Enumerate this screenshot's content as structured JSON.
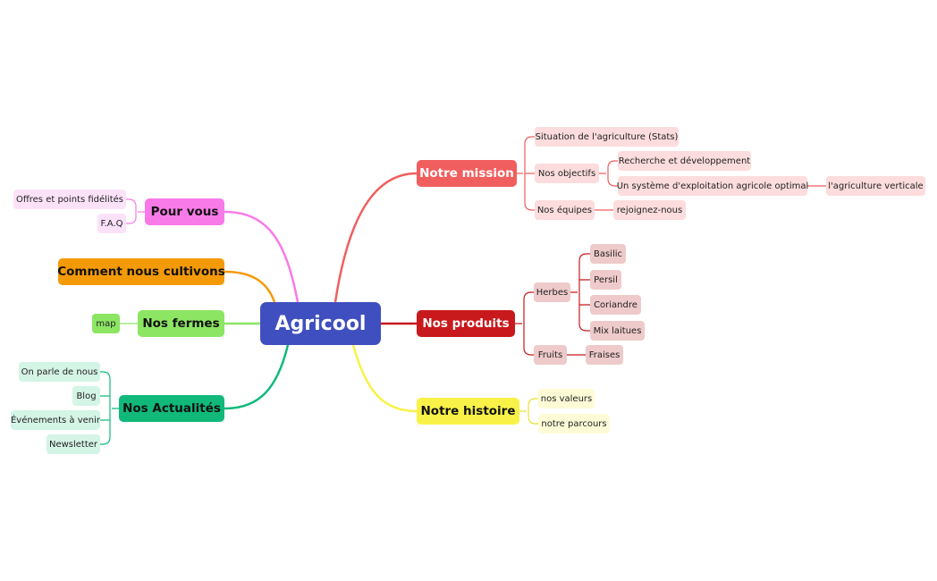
{
  "central": "Agricool",
  "colors": {
    "mission": "#f05e5e",
    "produits": "#c8191c",
    "histoire": "#f8f248",
    "pourvous": "#f87ae8",
    "cultivons": "#f49a07",
    "fermes": "#8ce563",
    "actualites": "#10b97a",
    "central": "#3f4fbf"
  },
  "mission": {
    "label": "Notre mission",
    "situation": "Situation de l'agriculture (Stats)",
    "objectifs": "Nos objectifs",
    "recherche": "Recherche et développement",
    "systeme": "Un système d'exploitation agricole optimal",
    "verticale": "l'agriculture verticale",
    "equipes": "Nos équipes",
    "rejoignez": "rejoignez-nous"
  },
  "produits": {
    "label": "Nos produits",
    "herbes": "Herbes",
    "basilic": "Basilic",
    "persil": "Persil",
    "coriandre": "Coriandre",
    "mix": "Mix laitues",
    "fruits": "Fruits",
    "fraises": "Fraises"
  },
  "histoire": {
    "label": "Notre histoire",
    "valeurs": "nos valeurs",
    "parcours": "notre parcours"
  },
  "pourvous": {
    "label": "Pour vous",
    "offres": "Offres et points fidélités",
    "faq": "F.A.Q"
  },
  "cultivons": {
    "label": "Comment nous cultivons"
  },
  "fermes": {
    "label": "Nos fermes",
    "map": "map"
  },
  "actualites": {
    "label": "Nos Actualités",
    "parle": "On parle de nous",
    "blog": "Blog",
    "evenements": "Événements à venir",
    "newsletter": "Newsletter"
  }
}
